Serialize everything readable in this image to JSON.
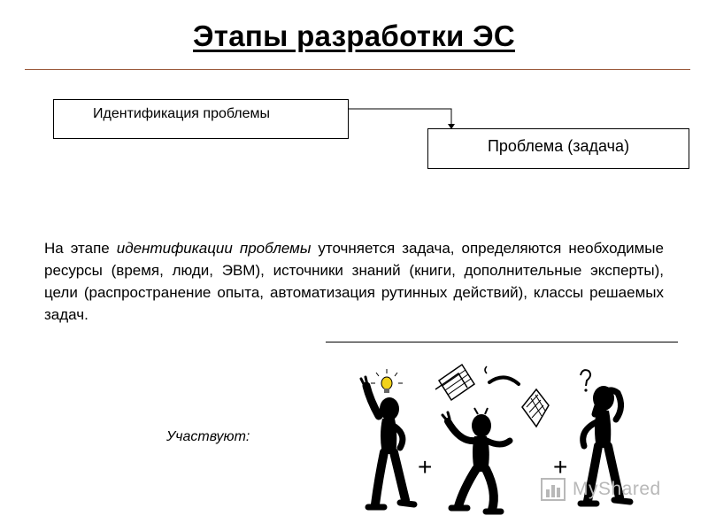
{
  "title": "Этапы разработки ЭС",
  "diagram": {
    "box_identification": "Идентификация проблемы",
    "box_problem": "Проблема (задача)"
  },
  "body": {
    "intro": "На этапе ",
    "emphasis": "идентификации проблемы",
    "rest": " уточняется задача, определяются необходимые ресурсы (время, люди, ЭВМ), источники знаний (книги, дополнительные эксперты), цели (распространение опыта, автоматизация рутинных действий), классы решаемых задач."
  },
  "participants_label": "Участвуют:",
  "plus_sign": "+",
  "watermark": "MyShared",
  "colors": {
    "title_rule": "#9b5a3c",
    "bulb": "#f2d21b",
    "watermark": "#b8b8b8"
  }
}
